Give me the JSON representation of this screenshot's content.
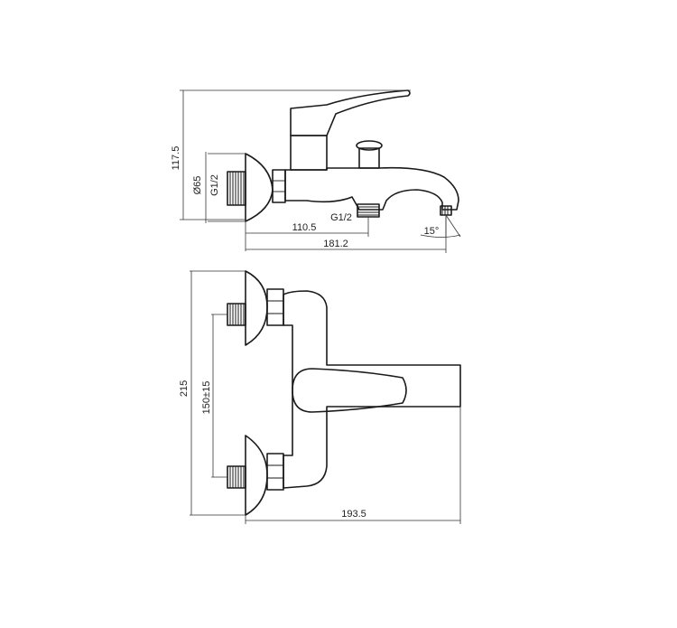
{
  "side_view": {
    "dim_height": "117.5",
    "dim_diameter": "Ø65",
    "thread_inlet": "G1/2",
    "thread_outlet": "G1/2",
    "dim_outlet_offset": "110.5",
    "dim_spout_length": "181.2",
    "spout_angle": "15°"
  },
  "top_view": {
    "dim_overall_height": "215",
    "dim_inlet_spacing": "150±15",
    "dim_depth": "193.5"
  }
}
